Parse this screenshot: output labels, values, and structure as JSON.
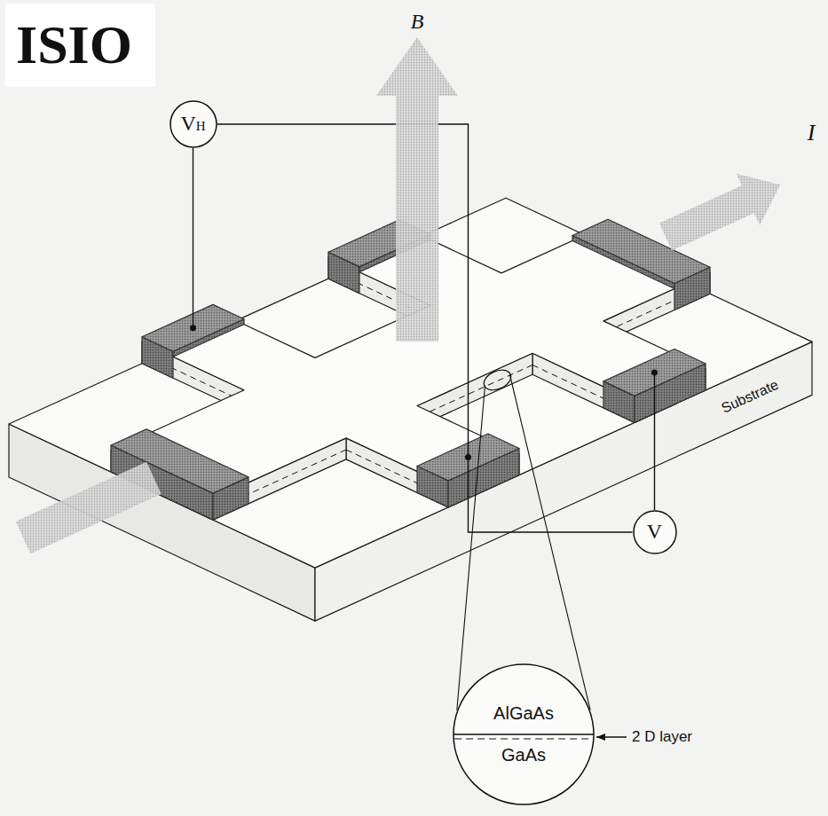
{
  "diagram": {
    "nodes": [
      {
        "text": [
          "VH"
        ]
      },
      {
        "text": [
          "V"
        ]
      },
      {
        "text": [
          "AlGaAs",
          "GaAs"
        ]
      }
    ],
    "labels": [
      "ISIO",
      "B",
      "I",
      "Substrate",
      "2 D layer"
    ]
  }
}
